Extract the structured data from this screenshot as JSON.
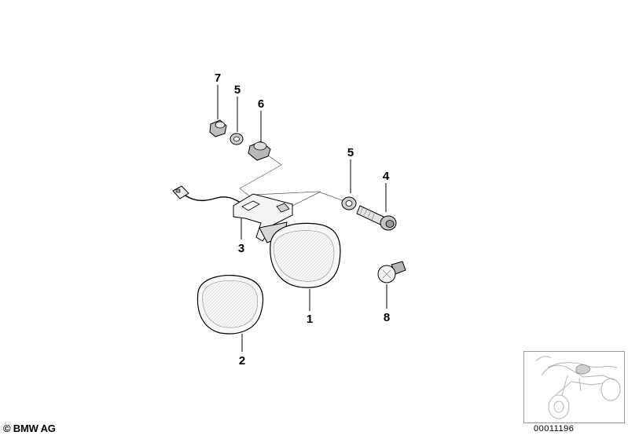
{
  "diagram": {
    "callouts": [
      "7",
      "5",
      "6",
      "5",
      "4",
      "3",
      "1",
      "8",
      "2"
    ]
  },
  "footer": {
    "copyright": "© BMW AG",
    "diagram_number": "00011196"
  },
  "icons": {
    "thumbnail": "motorcycle-location-thumbnail-icon"
  }
}
